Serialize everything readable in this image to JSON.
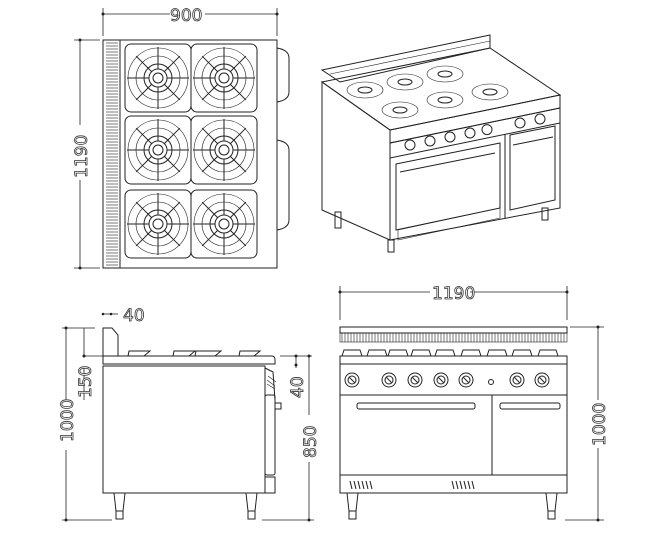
{
  "drawing": {
    "title": "Six-burner gas range with oven - dimension drawing",
    "top_view": {
      "width_label": "900",
      "depth_label": "1190"
    },
    "side_view": {
      "splash_label": "40",
      "splash_height_label": "150",
      "total_height_label": "1000",
      "top_thickness_label": "40",
      "work_height_label": "850"
    },
    "front_view": {
      "width_label": "1190",
      "total_height_label": "1000"
    },
    "burner_count": 6,
    "knob_count": 7
  }
}
